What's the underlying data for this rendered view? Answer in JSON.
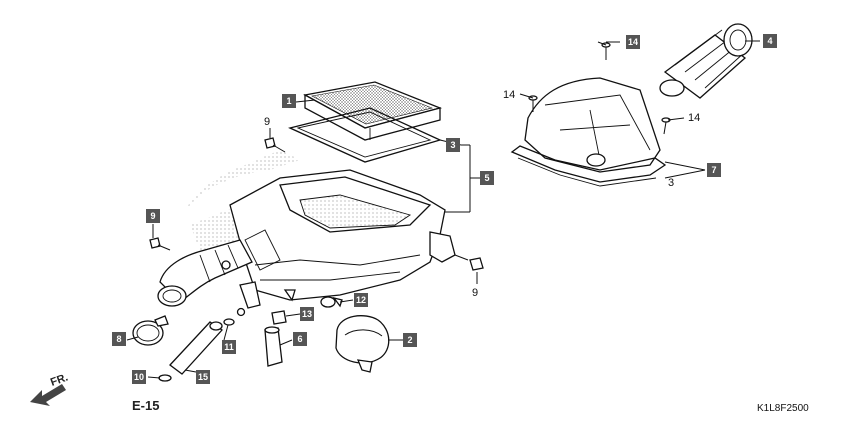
{
  "diagram": {
    "ref_code": "K1L8F2500",
    "section_ref": "E-15",
    "direction_label": "FR.",
    "callouts": {
      "c1": "1",
      "c2": "2",
      "c3": "3",
      "c3b": "3",
      "c4": "4",
      "c5": "5",
      "c6": "6",
      "c7": "7",
      "c8": "8",
      "c9a": "9",
      "c9b": "9",
      "c9c": "9",
      "c10": "10",
      "c11": "11",
      "c12": "12",
      "c13": "13",
      "c14a": "14",
      "c14b": "14",
      "c14c": "14",
      "c15": "15"
    },
    "colors": {
      "callout_box": "#555555",
      "line": "#111111",
      "shade": "#d8d8d8"
    }
  }
}
